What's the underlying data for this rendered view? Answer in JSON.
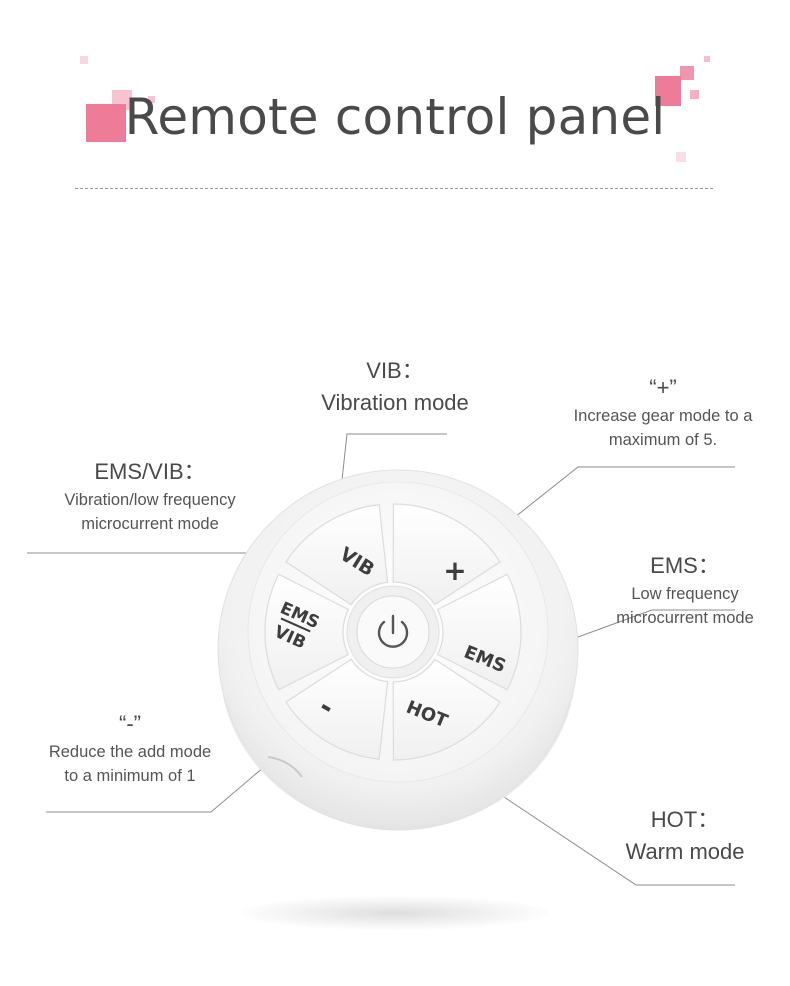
{
  "title": "Remote control panel",
  "device": {
    "buttons": {
      "vib": "VIB",
      "plus": "+",
      "ems": "EMS",
      "hot": "HOT",
      "minus": "-",
      "ems_vib_top": "EMS",
      "ems_vib_bottom": "VIB"
    },
    "power_icon": "power-icon"
  },
  "callouts": {
    "vib": {
      "heading": "VIB：",
      "desc": "Vibration mode"
    },
    "plus": {
      "heading": "“+”",
      "desc_line1": "Increase gear mode to a",
      "desc_line2": "maximum of 5."
    },
    "ems_vib": {
      "heading": "EMS/VIB：",
      "desc_line1": "Vibration/low frequency",
      "desc_line2": "microcurrent mode"
    },
    "ems": {
      "heading": "EMS：",
      "desc_line1": "Low frequency",
      "desc_line2": "microcurrent mode"
    },
    "minus": {
      "heading": "“-”",
      "desc_line1": "Reduce the add mode",
      "desc_line2": "to a minimum of 1"
    },
    "hot": {
      "heading": "HOT：",
      "desc": "Warm mode"
    }
  },
  "colors": {
    "accent": "#ee7b97",
    "text": "#4a4a4a",
    "device": "#f4f4f4"
  }
}
